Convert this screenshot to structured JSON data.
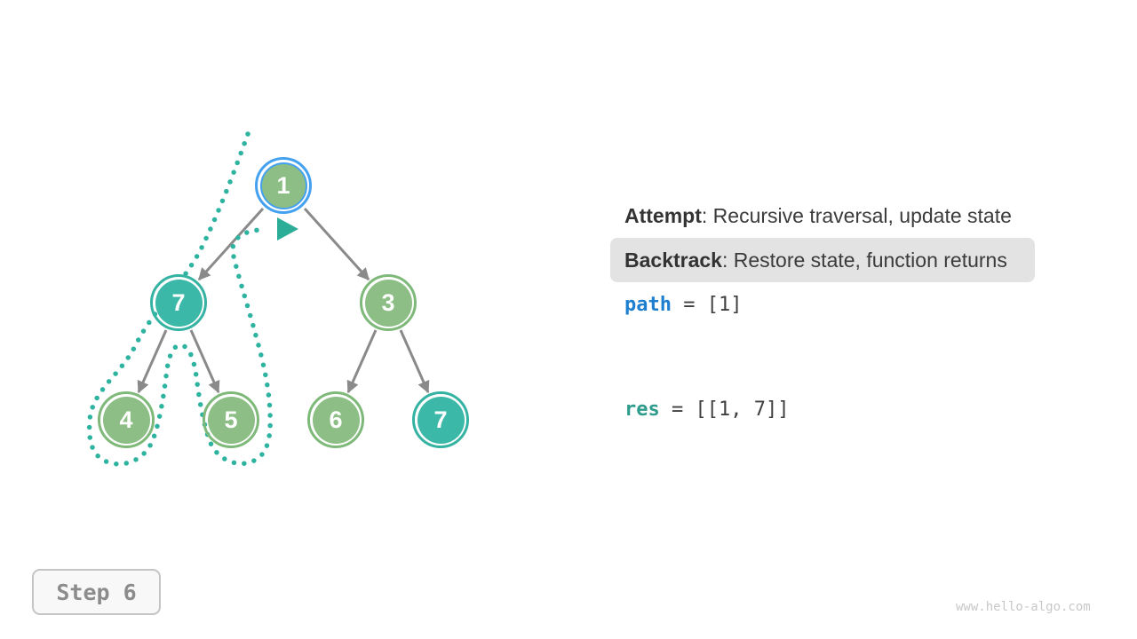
{
  "diagram": {
    "type": "binary-tree-backtracking",
    "nodes": [
      {
        "value": "1",
        "state": "current"
      },
      {
        "value": "7",
        "state": "in-result"
      },
      {
        "value": "3",
        "state": "default"
      },
      {
        "value": "4",
        "state": "default"
      },
      {
        "value": "5",
        "state": "default"
      },
      {
        "value": "6",
        "state": "default"
      },
      {
        "value": "7",
        "state": "in-result"
      }
    ],
    "edges": [
      [
        0,
        1
      ],
      [
        0,
        2
      ],
      [
        1,
        3
      ],
      [
        1,
        4
      ],
      [
        2,
        5
      ],
      [
        2,
        6
      ]
    ],
    "traversal_path_note": "dotted teal contour around left subtree ending in arrowhead below root",
    "colors": {
      "node_green": "#8cbe86",
      "node_teal": "#3cb8a8",
      "highlight_blue": "#44a1f0",
      "edge_gray": "#8a8a8a",
      "dotted_path_teal": "#2db3a0"
    }
  },
  "panel": {
    "attempt_label": "Attempt",
    "attempt_text": ": Recursive traversal, update state",
    "backtrack_label": "Backtrack",
    "backtrack_text": ": Restore state, function returns",
    "path_var": "path",
    "path_value": " = [1]",
    "res_var": "res",
    "res_value": " = [[1, 7]]"
  },
  "footer": {
    "step_label": "Step 6",
    "watermark": "www.hello-algo.com"
  }
}
